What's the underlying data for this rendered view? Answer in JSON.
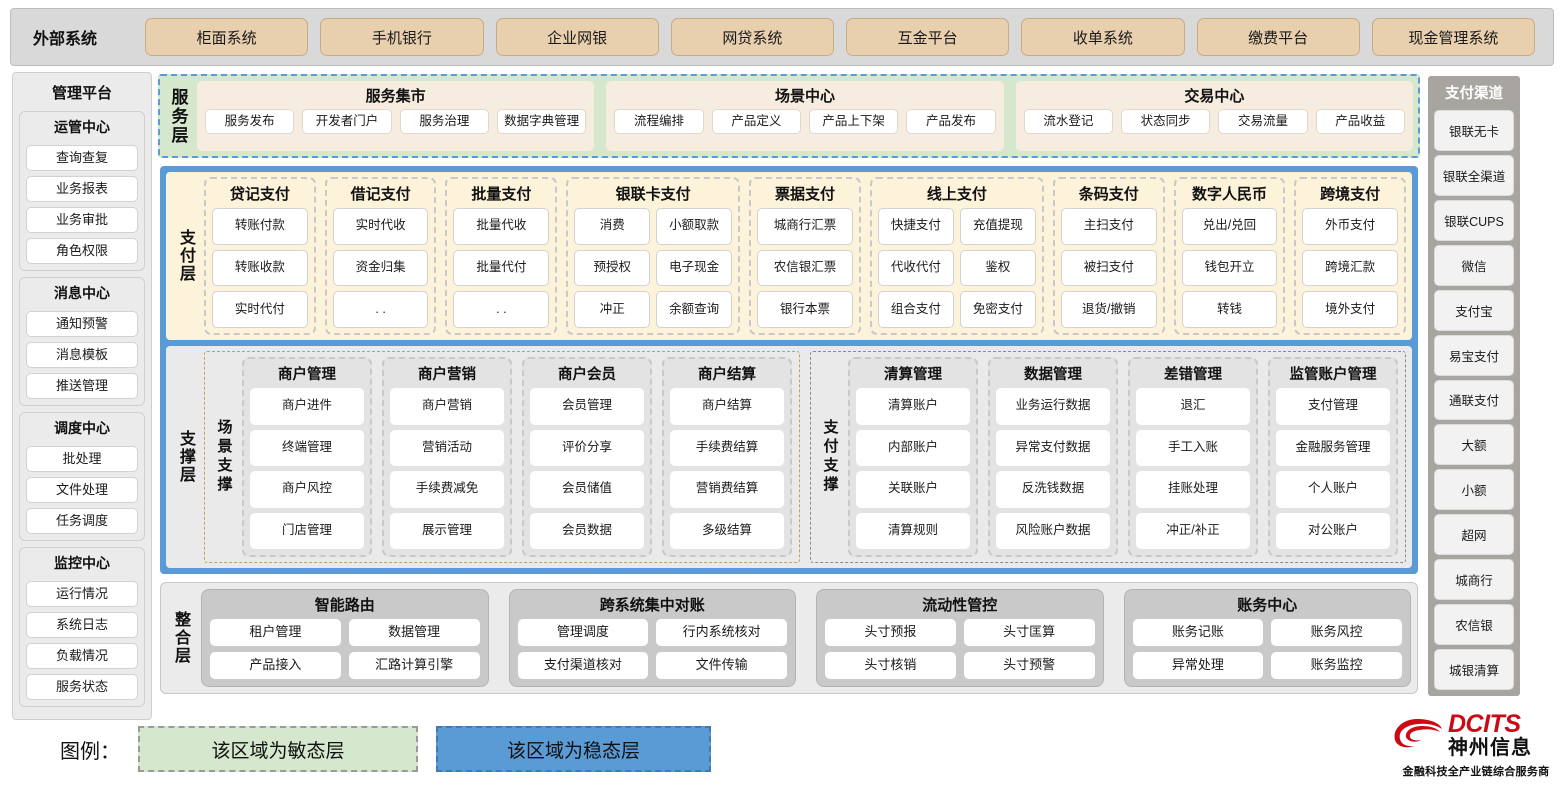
{
  "external": {
    "title": "外部系统",
    "items": [
      "柜面系统",
      "手机银行",
      "企业网银",
      "网贷系统",
      "互金平台",
      "收单系统",
      "缴费平台",
      "现金管理系统"
    ]
  },
  "management": {
    "title": "管理平台",
    "groups": [
      {
        "title": "运管中心",
        "items": [
          "查询查复",
          "业务报表",
          "业务审批",
          "角色权限"
        ]
      },
      {
        "title": "消息中心",
        "items": [
          "通知预警",
          "消息模板",
          "推送管理"
        ]
      },
      {
        "title": "调度中心",
        "items": [
          "批处理",
          "文件处理",
          "任务调度"
        ]
      },
      {
        "title": "监控中心",
        "items": [
          "运行情况",
          "系统日志",
          "负载情况",
          "服务状态"
        ]
      }
    ]
  },
  "service_layer": {
    "label": "服务层",
    "groups": [
      {
        "title": "服务集市",
        "items": [
          "服务发布",
          "开发者门户",
          "服务治理",
          "数据字典管理"
        ]
      },
      {
        "title": "场景中心",
        "items": [
          "流程编排",
          "产品定义",
          "产品上下架",
          "产品发布"
        ]
      },
      {
        "title": "交易中心",
        "items": [
          "流水登记",
          "状态同步",
          "交易流量",
          "产品收益"
        ]
      }
    ]
  },
  "payment_layer": {
    "label": "支付层",
    "groups": [
      {
        "title": "贷记支付",
        "cols": 1,
        "rows": [
          [
            "转账付款"
          ],
          [
            "转账收款"
          ],
          [
            "实时代付"
          ]
        ]
      },
      {
        "title": "借记支付",
        "cols": 1,
        "rows": [
          [
            "实时代收"
          ],
          [
            "资金归集"
          ],
          [
            ". ."
          ]
        ]
      },
      {
        "title": "批量支付",
        "cols": 1,
        "rows": [
          [
            "批量代收"
          ],
          [
            "批量代付"
          ],
          [
            ". ."
          ]
        ]
      },
      {
        "title": "银联卡支付",
        "cols": 2,
        "rows": [
          [
            "消费",
            "小额取款"
          ],
          [
            "预授权",
            "电子现金"
          ],
          [
            "冲正",
            "余额查询"
          ]
        ]
      },
      {
        "title": "票据支付",
        "cols": 1,
        "rows": [
          [
            "城商行汇票"
          ],
          [
            "农信银汇票"
          ],
          [
            "银行本票"
          ]
        ]
      },
      {
        "title": "线上支付",
        "cols": 2,
        "rows": [
          [
            "快捷支付",
            "充值提现"
          ],
          [
            "代收代付",
            "鉴权"
          ],
          [
            "组合支付",
            "免密支付"
          ]
        ]
      },
      {
        "title": "条码支付",
        "cols": 1,
        "rows": [
          [
            "主扫支付"
          ],
          [
            "被扫支付"
          ],
          [
            "退货/撤销"
          ]
        ]
      },
      {
        "title": "数字人民币",
        "cols": 1,
        "rows": [
          [
            "兑出/兑回"
          ],
          [
            "钱包开立"
          ],
          [
            "转钱"
          ]
        ]
      },
      {
        "title": "跨境支付",
        "cols": 1,
        "rows": [
          [
            "外币支付"
          ],
          [
            "跨境汇款"
          ],
          [
            "境外支付"
          ]
        ]
      }
    ]
  },
  "support_layer": {
    "label": "支撑层",
    "halves": [
      {
        "label": "场景支撑",
        "groups": [
          {
            "title": "商户管理",
            "items": [
              "商户进件",
              "终端管理",
              "商户风控",
              "门店管理"
            ]
          },
          {
            "title": "商户营销",
            "items": [
              "商户营销",
              "营销活动",
              "手续费减免",
              "展示管理"
            ]
          },
          {
            "title": "商户会员",
            "items": [
              "会员管理",
              "评价分享",
              "会员储值",
              "会员数据"
            ]
          },
          {
            "title": "商户结算",
            "items": [
              "商户结算",
              "手续费结算",
              "营销费结算",
              "多级结算"
            ]
          }
        ]
      },
      {
        "label": "支付支撑",
        "groups": [
          {
            "title": "清算管理",
            "items": [
              "清算账户",
              "内部账户",
              "关联账户",
              "清算规则"
            ]
          },
          {
            "title": "数据管理",
            "items": [
              "业务运行数据",
              "异常支付数据",
              "反洗钱数据",
              "风险账户数据"
            ]
          },
          {
            "title": "差错管理",
            "items": [
              "退汇",
              "手工入账",
              "挂账处理",
              "冲正/补正"
            ]
          },
          {
            "title": "监管账户管理",
            "items": [
              "支付管理",
              "金融服务管理",
              "个人账户",
              "对公账户"
            ]
          }
        ]
      }
    ]
  },
  "integration_layer": {
    "label": "整合层",
    "groups": [
      {
        "title": "智能路由",
        "rows": [
          [
            "租户管理",
            "数据管理"
          ],
          [
            "产品接入",
            "汇路计算引擎"
          ]
        ]
      },
      {
        "title": "跨系统集中对账",
        "rows": [
          [
            "管理调度",
            "行内系统核对"
          ],
          [
            "支付渠道核对",
            "文件传输"
          ]
        ]
      },
      {
        "title": "流动性管控",
        "rows": [
          [
            "头寸预报",
            "头寸匡算"
          ],
          [
            "头寸核销",
            "头寸预警"
          ]
        ]
      },
      {
        "title": "账务中心",
        "rows": [
          [
            "账务记账",
            "账务风控"
          ],
          [
            "异常处理",
            "账务监控"
          ]
        ]
      }
    ]
  },
  "channels": {
    "title": "支付渠道",
    "items": [
      "银联无卡",
      "银联全渠道",
      "银联CUPS",
      "微信",
      "支付宝",
      "易宝支付",
      "通联支付",
      "大额",
      "小额",
      "超网",
      "城商行",
      "农信银",
      "城银清算"
    ]
  },
  "legend": {
    "label": "图例：",
    "agile": "该区域为敏态层",
    "stable": "该区域为稳态层"
  },
  "logo": {
    "brand_en": "DCITS",
    "brand_cn": "神州信息",
    "tagline": "金融科技全产业链综合服务商"
  },
  "colors": {
    "stable_blue": "#5b9bd5",
    "agile_green": "#d5e8cd",
    "external_chip": "#e8cfae",
    "payment_bg": "#fdf2da",
    "channel_bg": "#a8a49f",
    "logo_red": "#cc0a15"
  }
}
